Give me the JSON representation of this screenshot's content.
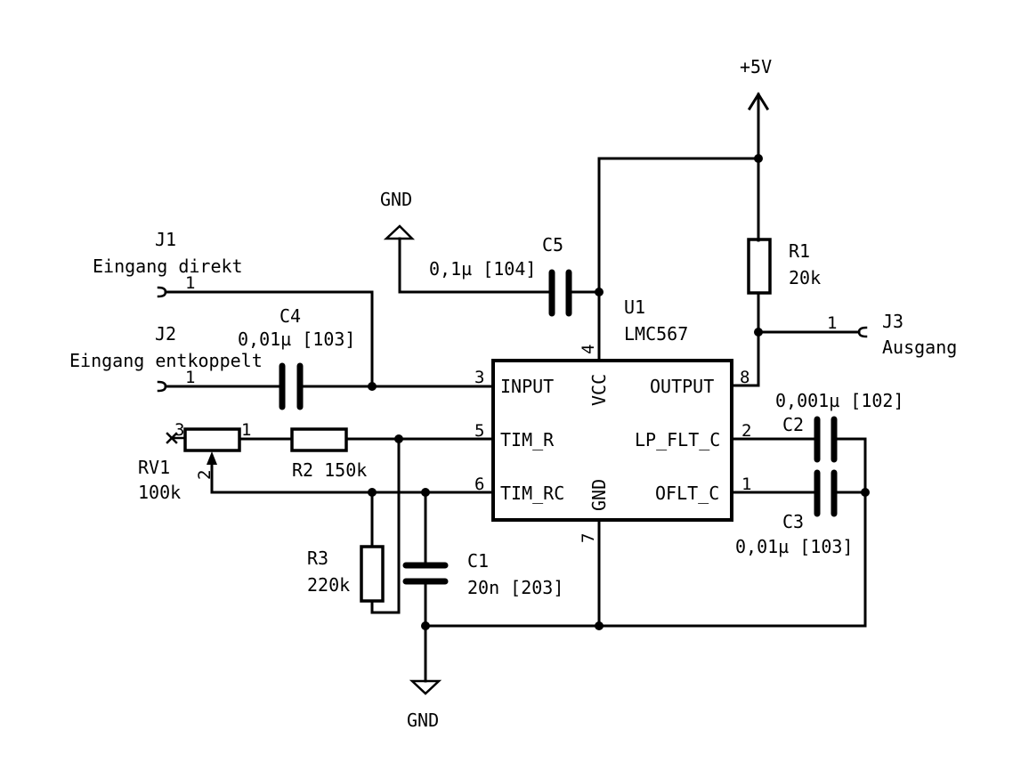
{
  "schematic": {
    "power": {
      "vcc_label": "+5V",
      "gnd_top_label": "GND",
      "gnd_bottom_label": "GND"
    },
    "connectors": [
      {
        "ref": "J1",
        "name": "Eingang direkt",
        "pin": "1"
      },
      {
        "ref": "J2",
        "name": "Eingang entkoppelt",
        "pin": "1"
      },
      {
        "ref": "J3",
        "name": "Ausgang",
        "pin": "1"
      }
    ],
    "ic": {
      "ref": "U1",
      "value": "LMC567",
      "pins": {
        "input": {
          "num": "3",
          "name": "INPUT"
        },
        "tim_r": {
          "num": "5",
          "name": "TIM_R"
        },
        "tim_rc": {
          "num": "6",
          "name": "TIM_RC"
        },
        "vcc": {
          "num": "4",
          "name": "VCC"
        },
        "gnd": {
          "num": "7",
          "name": "GND"
        },
        "output": {
          "num": "8",
          "name": "OUTPUT"
        },
        "lp_flt_c": {
          "num": "2",
          "name": "LP_FLT_C"
        },
        "oflt_c": {
          "num": "1",
          "name": "OFLT_C"
        }
      }
    },
    "components": {
      "r1": {
        "ref": "R1",
        "value": "20k"
      },
      "r2": {
        "ref": "R2",
        "value": "150k",
        "label": "R2 150k"
      },
      "r3": {
        "ref": "R3",
        "value": "220k"
      },
      "rv1": {
        "ref": "RV1",
        "value": "100k",
        "pin1": "1",
        "pin2": "2",
        "pin3": "3"
      },
      "c1": {
        "ref": "C1",
        "value": "20n [203]"
      },
      "c2": {
        "ref": "C2",
        "value": "0,001µ [102]"
      },
      "c3": {
        "ref": "C3",
        "value": "0,01µ [103]"
      },
      "c4": {
        "ref": "C4",
        "value": "0,01µ [103]"
      },
      "c5": {
        "ref": "C5",
        "value": "0,1µ [104]"
      }
    },
    "no_connect_symbol": "×"
  }
}
